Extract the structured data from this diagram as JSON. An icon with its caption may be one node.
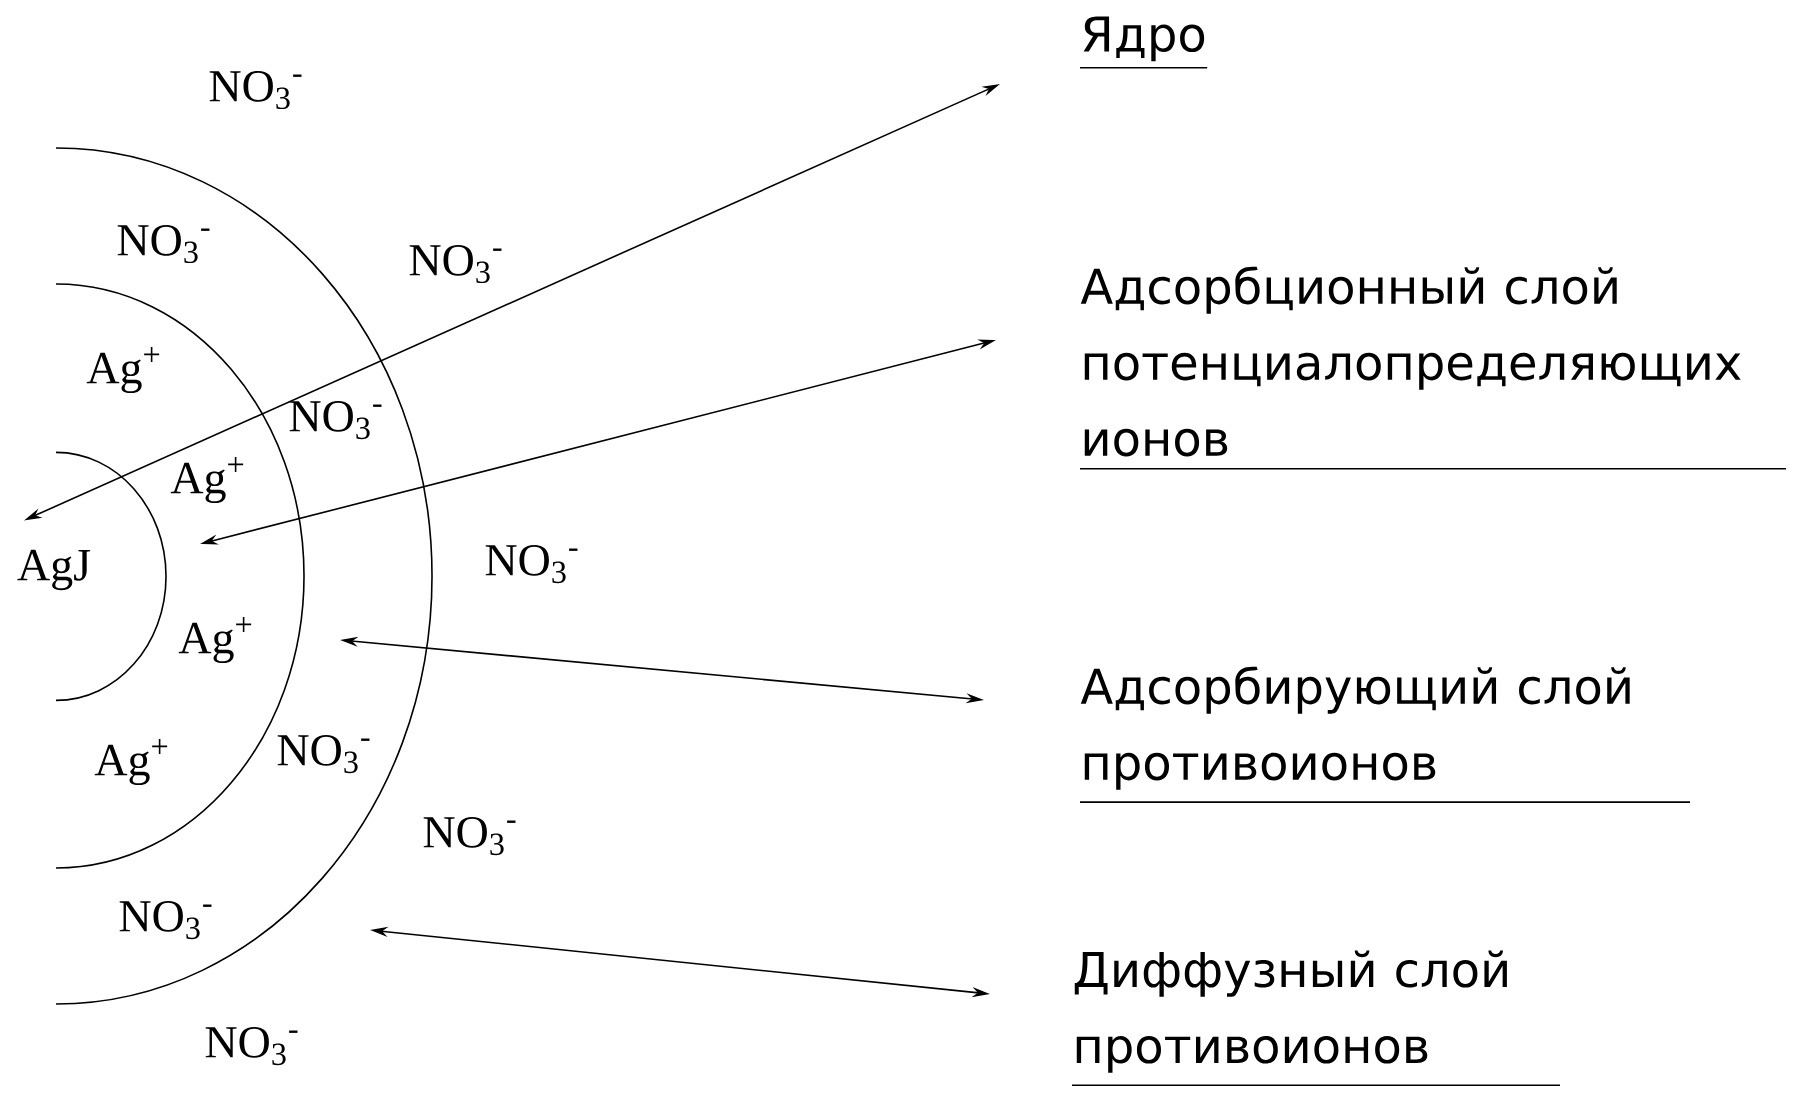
{
  "diagram": {
    "nodes": [
      {
        "text": [
          "Ядро"
        ]
      },
      {
        "text": [
          "Адсорбционный слой потенциалопределяющих ионов"
        ]
      },
      {
        "text": [
          "Адсорбирующий слой противоионов"
        ]
      },
      {
        "text": [
          "Диффузный слой противоионов"
        ]
      },
      {
        "text": [],
        "shape": "arc",
        "in": 5
      },
      {
        "text": [],
        "shape": "arc"
      }
    ],
    "edges": [
      {
        "from": 4,
        "to": 0,
        "arrow": "both"
      },
      {
        "from": 5,
        "to": 1,
        "arrow": "both"
      },
      {
        "from": null,
        "to": 2,
        "arrow": "both"
      },
      {
        "from": null,
        "to": 3,
        "arrow": "both"
      }
    ],
    "labels": [
      "NO$_{3}$$^{-}$",
      "NO$_{3}$$^{-}$",
      "NO$_{3}$$^{-}$",
      "Ag$^{+}$",
      "NO$_{3}$$^{-}$",
      "Ag$^{+}$",
      "AgJ",
      "NO$_{3}$$^{-}$",
      "Ag$^{+}$",
      "Ag$^{+}$",
      "NO$_{3}$$^{-}$",
      "NO$_{3}$$^{-}$",
      "NO$_{3}$$^{-}$",
      "NO$_{3}$$^{-}$"
    ]
  }
}
